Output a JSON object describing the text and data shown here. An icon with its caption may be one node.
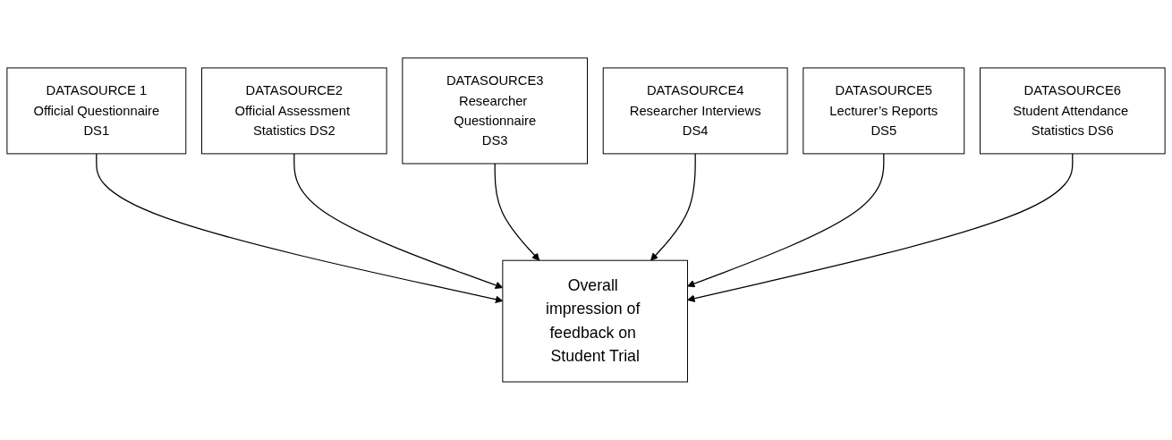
{
  "diagram": {
    "nodes": [
      {
        "text": [
          "DATASOURCE 1",
          "Official Questionnaire",
          "DS1"
        ]
      },
      {
        "text": [
          "DATASOURCE2",
          "Official Assessment Statistics DS2"
        ]
      },
      {
        "text": [
          "DATASOURCE3",
          "Researcher Questionnaire",
          "DS3"
        ]
      },
      {
        "text": [
          "DATASOURCE4",
          "Researcher Interviews",
          "DS4"
        ]
      },
      {
        "text": [
          "DATASOURCE5",
          "Lecturer’s Reports",
          "DS5"
        ]
      },
      {
        "text": [
          "DATASOURCE6",
          "Student Attendance Statistics DS6"
        ]
      },
      {
        "text": [
          "Overall impression of feedback on Student Trial"
        ]
      }
    ],
    "edges": [
      {
        "from": 0,
        "to": 6,
        "arrow": "to"
      },
      {
        "from": 1,
        "to": 6,
        "arrow": "to"
      },
      {
        "from": 2,
        "to": 6,
        "arrow": "to"
      },
      {
        "from": 3,
        "to": 6,
        "arrow": "to"
      },
      {
        "from": 4,
        "to": 6,
        "arrow": "to"
      },
      {
        "from": 5,
        "to": 6,
        "arrow": "to"
      }
    ]
  }
}
